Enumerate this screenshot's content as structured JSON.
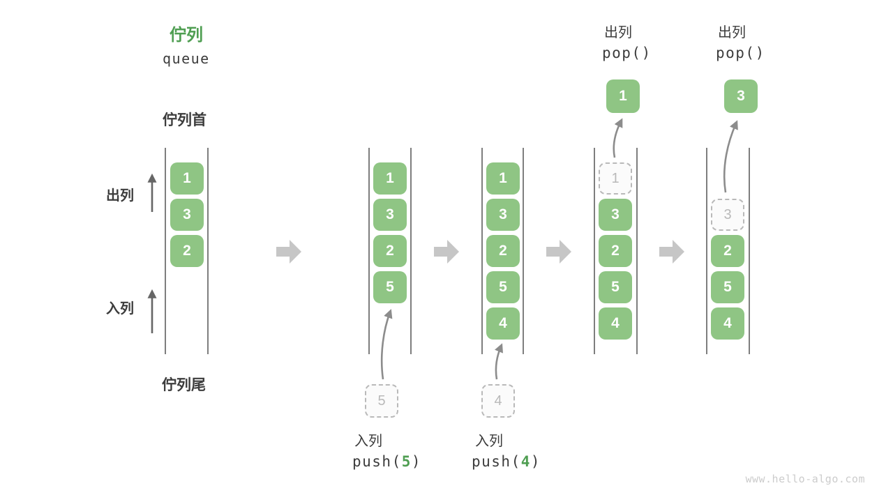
{
  "title": {
    "zh": "佇列",
    "en": "queue"
  },
  "labels": {
    "front": "佇列首",
    "rear": "佇列尾",
    "dequeue": "出列",
    "enqueue": "入列"
  },
  "columns": [
    {
      "boxes": [
        "1",
        "3",
        "2"
      ]
    },
    {
      "boxes": [
        "1",
        "3",
        "2",
        "5"
      ],
      "staged": "5",
      "op": {
        "label": "入列",
        "prefix": "push(",
        "arg": "5",
        "suffix": ")"
      }
    },
    {
      "boxes": [
        "1",
        "3",
        "2",
        "5",
        "4"
      ],
      "staged": "4",
      "op": {
        "label": "入列",
        "prefix": "push(",
        "arg": "4",
        "suffix": ")"
      }
    },
    {
      "ghost": "1",
      "boxes": [
        "3",
        "2",
        "5",
        "4"
      ],
      "popped": "1",
      "op": {
        "label": "出列",
        "call": "pop()"
      }
    },
    {
      "ghost": "3",
      "boxes": [
        "2",
        "5",
        "4"
      ],
      "popped": "3",
      "op": {
        "label": "出列",
        "call": "pop()"
      }
    }
  ],
  "watermark": "www.hello-algo.com",
  "colors": {
    "item_green": "#8fc584",
    "accent_green": "#4f9e52",
    "text_dark": "#3c3c3c",
    "ghost_gray": "#b9b9b9",
    "arrow_gray": "#8c8c8c",
    "block_arrow_gray": "#c6c6c6",
    "wall_line": "#474747"
  }
}
